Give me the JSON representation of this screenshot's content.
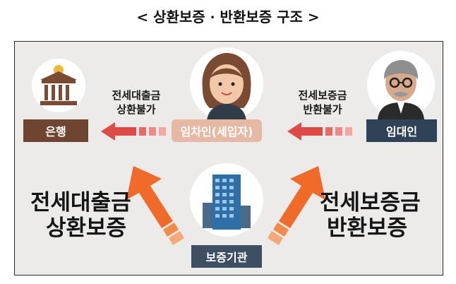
{
  "title": "< 상환보증 · 반환보증 구조 >",
  "nodes": {
    "bank": "은행",
    "tenant": "임차인(세입자)",
    "landlord": "임대인",
    "guarantor": "보증기관"
  },
  "captions": {
    "loan_repay_impossible": [
      "전세대출금",
      "상환불가"
    ],
    "deposit_return_impossible": [
      "전세보증금",
      "반환불가"
    ],
    "loan_repay_guarantee": [
      "전세대출금",
      "상환보증"
    ],
    "deposit_return_guarantee": [
      "전세보증금",
      "반환보증"
    ]
  },
  "colors": {
    "bank_box": "#6d4530",
    "landlord_box": "#304257",
    "guarantor_box": "#3e4f63",
    "tenant_tag": "#e6b9a5",
    "red_arrow": "#e04a46",
    "orange_arrow": "#f06a2a",
    "background": "#ecebea"
  },
  "icons": [
    "bank-icon",
    "tenant-avatar",
    "landlord-avatar",
    "building-icon"
  ]
}
